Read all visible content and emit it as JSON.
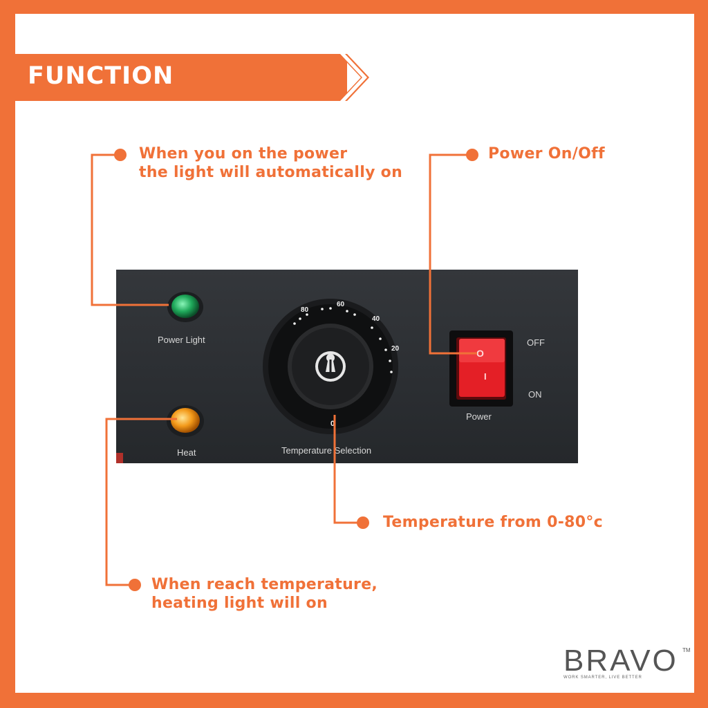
{
  "header": {
    "title": "FUNCTION"
  },
  "callouts": {
    "power_light_line1": "When you on the power",
    "power_light_line2": "the light will automatically on",
    "power_switch": "Power On/Off",
    "temperature": "Temperature from 0-80°c",
    "heat_line1": "When reach temperature,",
    "heat_line2": "heating light will on"
  },
  "panel": {
    "power_light_label": "Power Light",
    "heat_label": "Heat",
    "temperature_label": "Temperature Selection",
    "off_label": "OFF",
    "on_label": "ON",
    "power_label": "Power",
    "switch_off_mark": "O",
    "switch_on_mark": "I",
    "dial_marks": [
      "80",
      "60",
      "40",
      "20"
    ],
    "dial_low_mark": "0"
  },
  "brand": {
    "logo": "BRAVO",
    "trademark": "TM",
    "tagline": "WORK SMARTER, LIVE BETTER"
  },
  "colors": {
    "accent": "#f07138",
    "panel": "#2e3135",
    "switch": "#e41f26",
    "power_light": "#1fa85a",
    "heat_light": "#f39a1a"
  }
}
